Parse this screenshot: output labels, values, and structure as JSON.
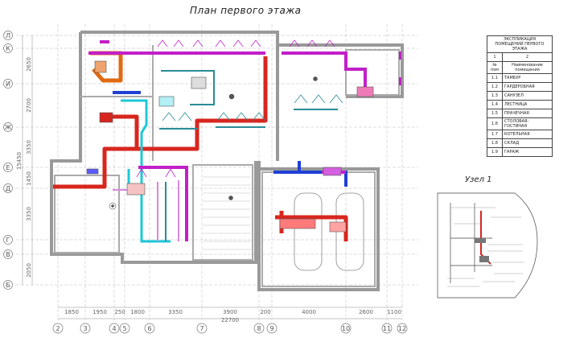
{
  "plan_title": "План первого этажа",
  "node_title": "Узел 1",
  "table": {
    "title": "ЭКСПЛИКАЦИЯ ПОМЕЩЕНИЙ ПЕРВОГО ЭТАЖА",
    "col1": "1",
    "col2": "2",
    "h_num": "№ пом",
    "h_name": "Наименование помещения",
    "rows": [
      {
        "num": "1.1",
        "name": "ТАМБУР"
      },
      {
        "num": "1.2",
        "name": "ГАРДЕРОБНАЯ"
      },
      {
        "num": "1.3",
        "name": "САНУЗЕЛ"
      },
      {
        "num": "1.4",
        "name": "ЛЕСТНИЦА"
      },
      {
        "num": "1.5",
        "name": "ПРАЧЕЧНАЯ"
      },
      {
        "num": "1.6",
        "name": "СТОЛОВАЯ-ГОСТИНАЯ"
      },
      {
        "num": "1.7",
        "name": "КОТЕЛЬНАЯ"
      },
      {
        "num": "1.8",
        "name": "СКЛАД"
      },
      {
        "num": "1.9",
        "name": "ГАРАЖ"
      }
    ]
  },
  "axes": {
    "rows": [
      "Л",
      "К",
      "И",
      "Ж",
      "Е",
      "Д",
      "Г",
      "В",
      "Б"
    ],
    "cols": [
      "2",
      "3",
      "4",
      "5",
      "6",
      "7",
      "8",
      "9",
      "10",
      "11",
      "12"
    ]
  },
  "dims_bottom": [
    "1850",
    "1950",
    "250",
    "1800",
    "3350",
    "3900",
    "200",
    "4000",
    "2600",
    "1100"
  ],
  "dim_total": "22700",
  "dims_left": [
    "2650",
    "2700",
    "3350",
    "1450",
    "3350",
    "2050"
  ],
  "dim_left_total": "15450"
}
